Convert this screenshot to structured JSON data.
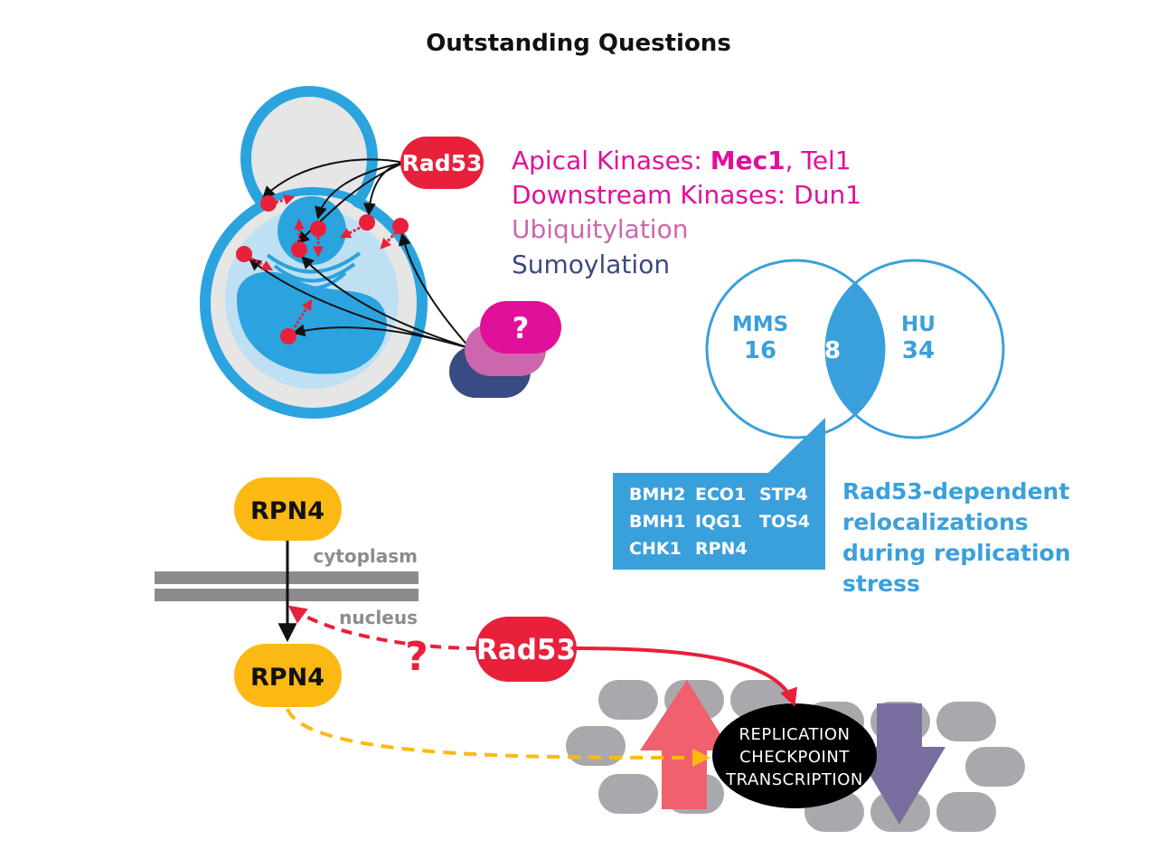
{
  "title": "Outstanding Questions",
  "cell_panel": {
    "kinase_pill": "Rad53",
    "question_mark": "?",
    "modifications": {
      "apical_prefix": "Apical Kinases: ",
      "apical_bold": "Mec1",
      "apical_suffix": ", Tel1",
      "downstream": "Downstream Kinases: Dun1",
      "ubiquitylation": "Ubiquitylation",
      "sumoylation": "Sumoylation"
    },
    "colors": {
      "rad53": "#e8203a",
      "magenta": "#e0109a",
      "ubiquitylation": "#cc67ad",
      "sumoylation": "#3a4a82",
      "cell_blue": "#2ba3df"
    }
  },
  "venn": {
    "left_label": "MMS",
    "left_count": "16",
    "overlap_count": "8",
    "right_label": "HU",
    "right_count": "34",
    "genes": [
      [
        "BMH2",
        "ECO1",
        "STP4"
      ],
      [
        "BMH1",
        "IQG1",
        "TOS4"
      ],
      [
        "CHK1",
        "RPN4",
        ""
      ]
    ],
    "description": [
      "Rad53-dependent",
      "relocalizations",
      "during replication",
      "stress"
    ]
  },
  "transcription_panel": {
    "rpn4_top": "RPN4",
    "rpn4_bottom": "RPN4",
    "cytoplasm": "cytoplasm",
    "nucleus": "nucleus",
    "question_mark": "?",
    "rad53": "Rad53",
    "checkpoint_lines": [
      "REPLICATION",
      "CHECKPOINT",
      "TRANSCRIPTION"
    ],
    "colors": {
      "rpn4": "#fdb913",
      "membrane": "#8c8c8c",
      "up_arrow": "#f0606e",
      "down_arrow": "#7a6e9e"
    }
  }
}
